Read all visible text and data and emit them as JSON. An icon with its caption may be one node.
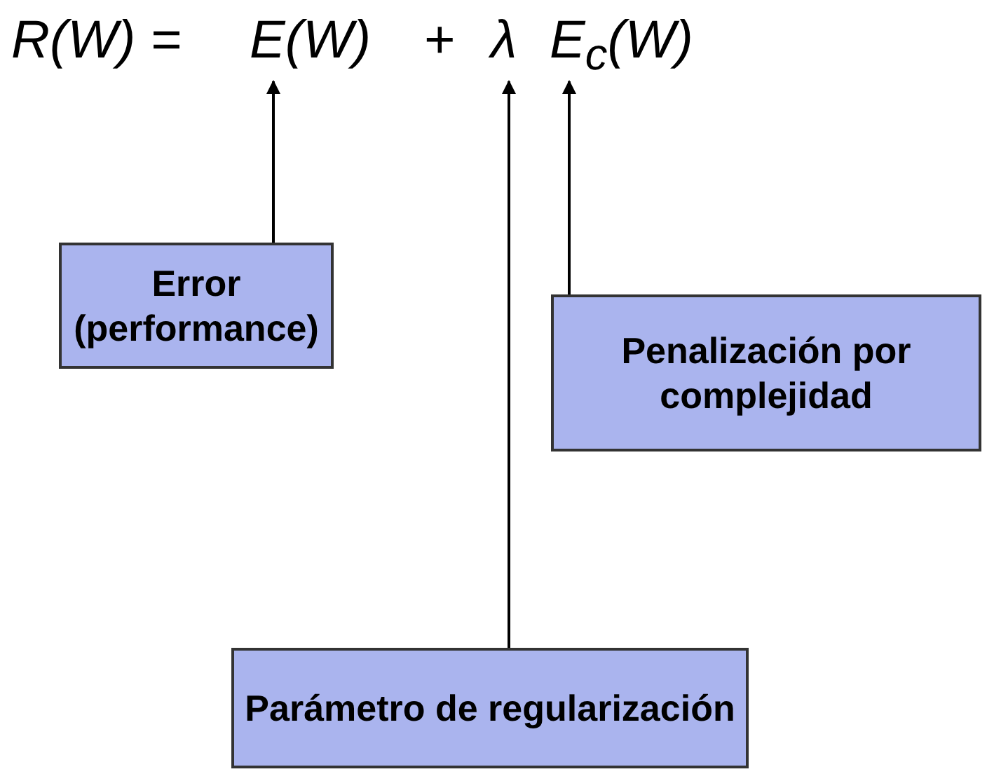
{
  "diagram": {
    "nodes": [
      {
        "text": [
          "E(W)"
        ]
      },
      {
        "text": [
          "λ"
        ]
      },
      {
        "text": [
          "E$_{c}$(W)"
        ]
      },
      {
        "text": [
          "Error (performance)"
        ]
      },
      {
        "text": [
          "Penalización por complejidad"
        ]
      },
      {
        "text": [
          "Parámetro de regularización"
        ]
      }
    ],
    "edges": [
      {
        "from": 3,
        "to": 0,
        "arrow": "to"
      },
      {
        "from": 5,
        "to": 1,
        "arrow": "to"
      },
      {
        "from": 4,
        "to": 2,
        "arrow": "to"
      }
    ],
    "labels": [
      "R(W) =",
      "+"
    ]
  }
}
